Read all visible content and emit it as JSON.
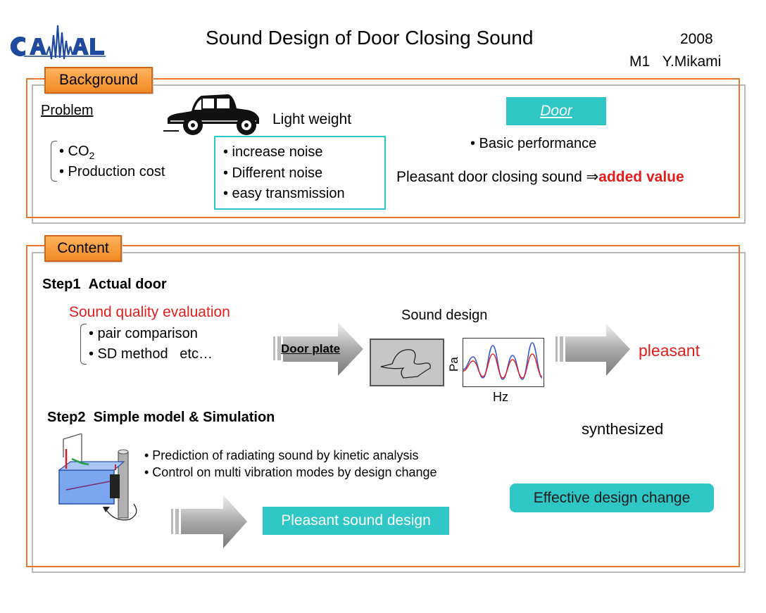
{
  "header": {
    "logo_text": "CAMAL",
    "title": "Sound Design of Door Closing Sound",
    "year": "2008",
    "author": "M1   Y.Mikami"
  },
  "background": {
    "tab_label": "Background",
    "problem_heading": "Problem",
    "problems": [
      "• CO",
      "• Production cost"
    ],
    "co2_subscript": "2",
    "light_weight": "Light weight",
    "noise_items": [
      "• increase noise",
      "• Different noise",
      "• easy transmission"
    ],
    "door_label": "Door",
    "basic_performance": "• Basic performance",
    "pleasant_text": "Pleasant door closing sound ⇒",
    "added_value": "added value"
  },
  "content": {
    "tab_label": "Content",
    "step1": {
      "heading": "Step1  Actual door",
      "evaluation_title": "Sound quality evaluation",
      "methods": [
        "• pair comparison",
        "• SD method   etc…"
      ],
      "door_plate": "Door plate",
      "sound_design": "Sound design",
      "axis_y": "Pa",
      "axis_x": "Hz",
      "pleasant": "pleasant"
    },
    "step2": {
      "heading": "Step2  Simple model & Simulation",
      "synthesized": "synthesized",
      "bullets": [
        "• Prediction of radiating sound by kinetic analysis",
        "• Control on multi vibration modes by design change"
      ],
      "effective_design": "Effective design change",
      "pleasant_design": "Pleasant sound design"
    }
  },
  "colors": {
    "orange": "#e8772e",
    "cyan": "#2fc6c6",
    "red": "#e51c1c",
    "blue_curve": "#3b5bd6"
  }
}
